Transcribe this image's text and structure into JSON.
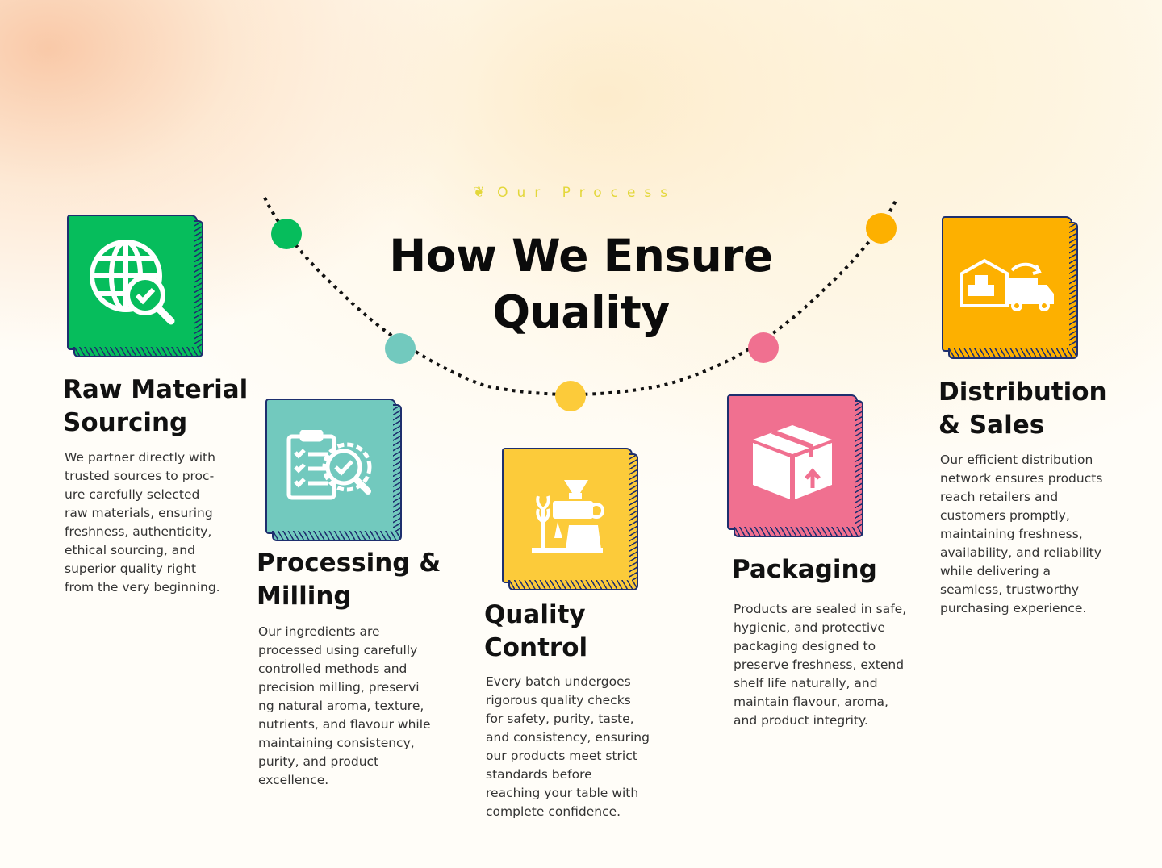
{
  "eyebrow": "Our Process",
  "title_lines": [
    "How We Ensure",
    "Quality"
  ],
  "colors": {
    "green": "#06BD5C",
    "teal": "#72C9BE",
    "yellow": "#FCCB3A",
    "pink": "#F07090",
    "orange": "#FDB000",
    "navy": "#1E2F6E"
  },
  "steps": [
    {
      "icon": "globe-search-check-icon",
      "title": [
        "Raw Material",
        "Sourcing"
      ],
      "desc": [
        "We partner directly with",
        "trusted sources to proc-",
        "ure carefully selected",
        "raw materials, ensuring",
        "freshness, authenticity,",
        "ethical sourcing, and",
        "superior quality right",
        "from the very beginning."
      ]
    },
    {
      "icon": "clipboard-gear-check-icon",
      "title": [
        "Processing &",
        "Milling"
      ],
      "desc": [
        "Our ingredients are",
        "processed using carefully",
        "controlled methods and",
        "precision milling, preservi",
        "ng natural aroma, texture,",
        "nutrients, and flavour while",
        "maintaining consistency,",
        "purity, and product",
        "excellence."
      ]
    },
    {
      "icon": "grain-mill-icon",
      "title": [
        "Quality",
        "Control"
      ],
      "desc": [
        "Every batch undergoes",
        "rigorous quality checks",
        "for safety, purity, taste,",
        "and consistency, ensuring",
        "our products meet strict",
        "standards before",
        "reaching your table with",
        "complete confidence."
      ]
    },
    {
      "icon": "package-box-icon",
      "title": [
        "Packaging"
      ],
      "desc": [
        "Products are sealed in safe,",
        "hygienic, and protective",
        "packaging designed to",
        "preserve freshness, extend",
        "shelf life naturally, and",
        "maintain flavour, aroma,",
        "and product integrity."
      ]
    },
    {
      "icon": "warehouse-truck-icon",
      "title": [
        "Distribution",
        "& Sales"
      ],
      "desc": [
        "Our efficient distribution",
        "network ensures products",
        "reach retailers and",
        "customers promptly,",
        "maintaining freshness,",
        "availability, and reliability",
        "while delivering a",
        "seamless, trustworthy",
        "purchasing experience."
      ]
    }
  ]
}
